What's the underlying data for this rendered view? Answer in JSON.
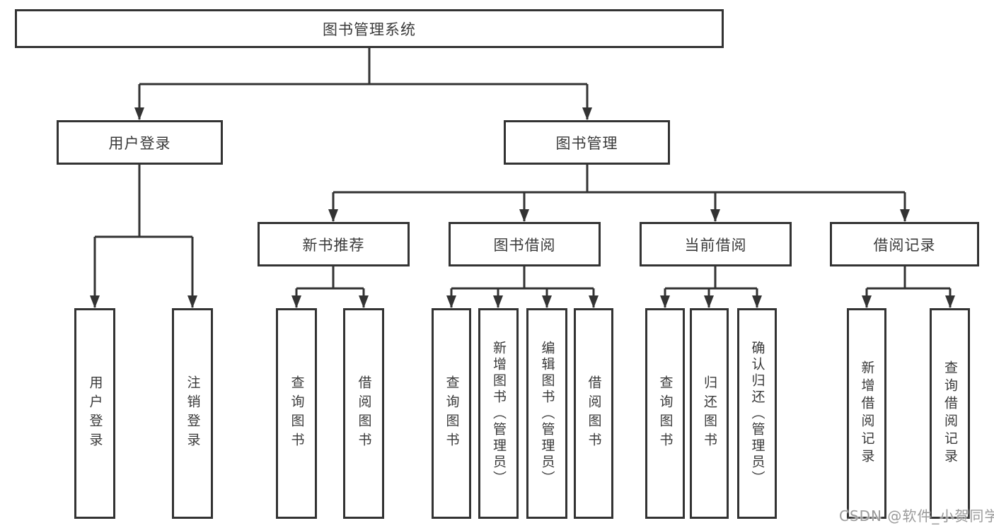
{
  "diagram": {
    "root": {
      "label": "图书管理系统"
    },
    "branches": [
      {
        "label": "用户登录",
        "children": [
          "用户登录",
          "注销登录"
        ]
      },
      {
        "label": "图书管理",
        "groups": [
          {
            "label": "新书推荐",
            "children": [
              "查询图书",
              "借阅图书"
            ]
          },
          {
            "label": "图书借阅",
            "children": [
              "查询图书",
              "新增图书（管理员）",
              "编辑图书（管理员）",
              "借阅图书"
            ]
          },
          {
            "label": "当前借阅",
            "children": [
              "查询图书",
              "归还图书",
              "确认归还（管理员）"
            ]
          },
          {
            "label": "借阅记录",
            "children": [
              "新增借阅记录",
              "查询借阅记录"
            ]
          }
        ]
      }
    ]
  },
  "watermark": "CSDN @软件_小贺同学",
  "colors": {
    "line": "#333333",
    "text": "#3a3a3a",
    "background": "#ffffff",
    "watermark": "#9a9a9a"
  }
}
